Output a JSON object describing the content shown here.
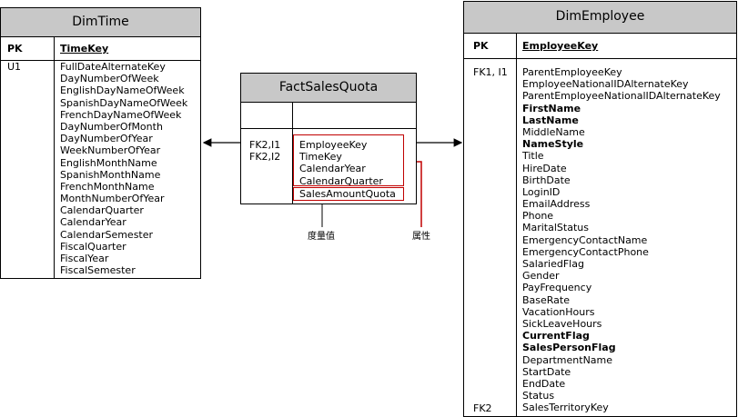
{
  "dimtime": {
    "title": "DimTime",
    "pk_label": "PK",
    "pk_field": "TimeKey",
    "key_label": "U1",
    "fields": [
      "FullDateAlternateKey",
      "DayNumberOfWeek",
      "EnglishDayNameOfWeek",
      "SpanishDayNameOfWeek",
      "FrenchDayNameOfWeek",
      "DayNumberOfMonth",
      "DayNumberOfYear",
      "WeekNumberOfYear",
      "EnglishMonthName",
      "SpanishMonthName",
      "FrenchMonthName",
      "MonthNumberOfYear",
      "CalendarQuarter",
      "CalendarYear",
      "CalendarSemester",
      "FiscalQuarter",
      "FiscalYear",
      "FiscalSemester"
    ]
  },
  "fact": {
    "title": "FactSalesQuota",
    "key_label_1": "FK2,I1",
    "key_label_2": "FK2,I2",
    "fields": [
      "EmployeeKey",
      "TimeKey",
      "CalendarYear",
      "CalendarQuarter"
    ],
    "measure": "SalesAmountQuota"
  },
  "dimemployee": {
    "title": "DimEmployee",
    "pk_label": "PK",
    "pk_field": "EmployeeKey",
    "key_label_top": "FK1, I1",
    "key_label_bottom": "FK2",
    "fields": [
      {
        "name": "ParentEmployeeKey",
        "bold": false
      },
      {
        "name": "EmployeeNationalIDAlternateKey",
        "bold": false
      },
      {
        "name": "ParentEmployeeNationalIDAlternateKey",
        "bold": false
      },
      {
        "name": "FirstName",
        "bold": true
      },
      {
        "name": "LastName",
        "bold": true
      },
      {
        "name": "MiddleName",
        "bold": false
      },
      {
        "name": "NameStyle",
        "bold": true
      },
      {
        "name": "Title",
        "bold": false
      },
      {
        "name": "HireDate",
        "bold": false
      },
      {
        "name": "BirthDate",
        "bold": false
      },
      {
        "name": "LoginID",
        "bold": false
      },
      {
        "name": "EmailAddress",
        "bold": false
      },
      {
        "name": "Phone",
        "bold": false
      },
      {
        "name": "MaritalStatus",
        "bold": false
      },
      {
        "name": "EmergencyContactName",
        "bold": false
      },
      {
        "name": "EmergencyContactPhone",
        "bold": false
      },
      {
        "name": "SalariedFlag",
        "bold": false
      },
      {
        "name": "Gender",
        "bold": false
      },
      {
        "name": "PayFrequency",
        "bold": false
      },
      {
        "name": "BaseRate",
        "bold": false
      },
      {
        "name": "VacationHours",
        "bold": false
      },
      {
        "name": "SickLeaveHours",
        "bold": false
      },
      {
        "name": "CurrentFlag",
        "bold": true
      },
      {
        "name": "SalesPersonFlag",
        "bold": true
      },
      {
        "name": "DepartmentName",
        "bold": false
      },
      {
        "name": "StartDate",
        "bold": false
      },
      {
        "name": "EndDate",
        "bold": false
      },
      {
        "name": "Status",
        "bold": false
      },
      {
        "name": "SalesTerritoryKey",
        "bold": false
      }
    ]
  },
  "annotations": {
    "measure_label": "度量值",
    "attribute_label": "属性"
  },
  "colors": {
    "header_bg": "#c8c8c8",
    "highlight": "#c00000",
    "line": "#000000"
  }
}
